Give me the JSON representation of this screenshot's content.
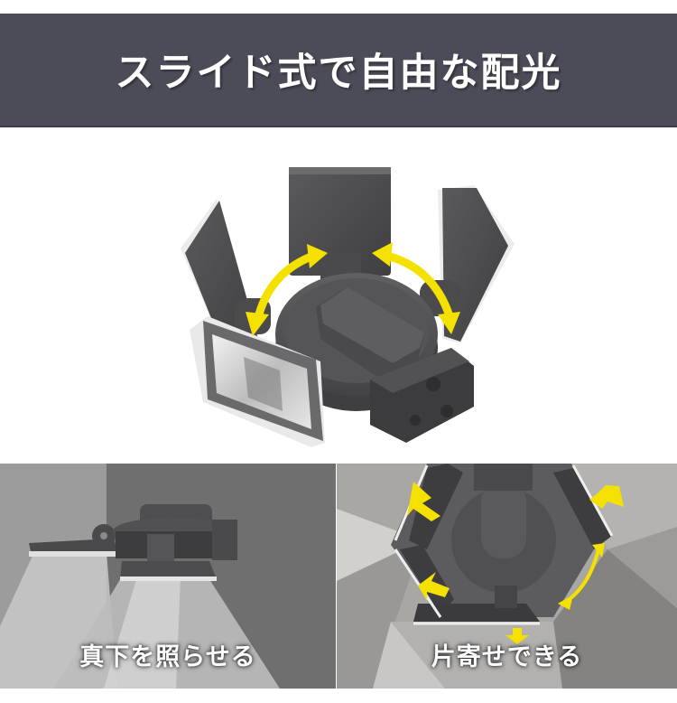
{
  "header": {
    "title": "スライド式で自由な配光",
    "background_color": "#4b4c58",
    "text_color": "#ffffff"
  },
  "hero": {
    "subject": "sensor-light-with-4-sliding-heads",
    "arrow_color": "#f5e100",
    "arrows": [
      "left-slide-arrow",
      "right-slide-arrow"
    ]
  },
  "panels": [
    {
      "caption": "真下を照らせる",
      "scene": "side-view-downward-lighting"
    },
    {
      "caption": "片寄せできる",
      "scene": "top-view-heads-shifted-to-one-side",
      "arrow_color": "#f5e100"
    }
  ],
  "colors": {
    "device_dark": "#4a4a4c",
    "device_mid": "#5b5b5e",
    "arrow_yellow": "#f5e100"
  }
}
